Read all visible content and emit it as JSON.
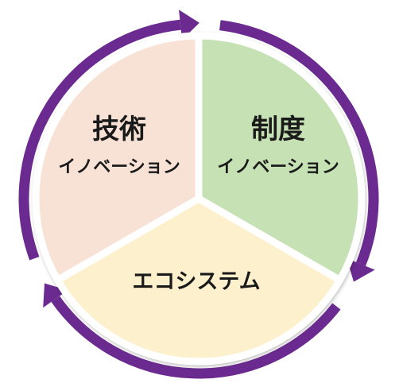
{
  "diagram": {
    "segments": {
      "technology": {
        "title": "技術",
        "subtitle": "イノベーション",
        "fill_color": "#f8e2d6"
      },
      "institution": {
        "title": "制度",
        "subtitle": "イノベーション",
        "fill_color": "#c6e1b4"
      },
      "ecosystem": {
        "title": "エコシステム",
        "fill_color": "#fdf0cd"
      }
    },
    "cycle_direction": "clockwise",
    "arrow_color": "#6b2a8f",
    "separator_color": "#ffffff"
  }
}
